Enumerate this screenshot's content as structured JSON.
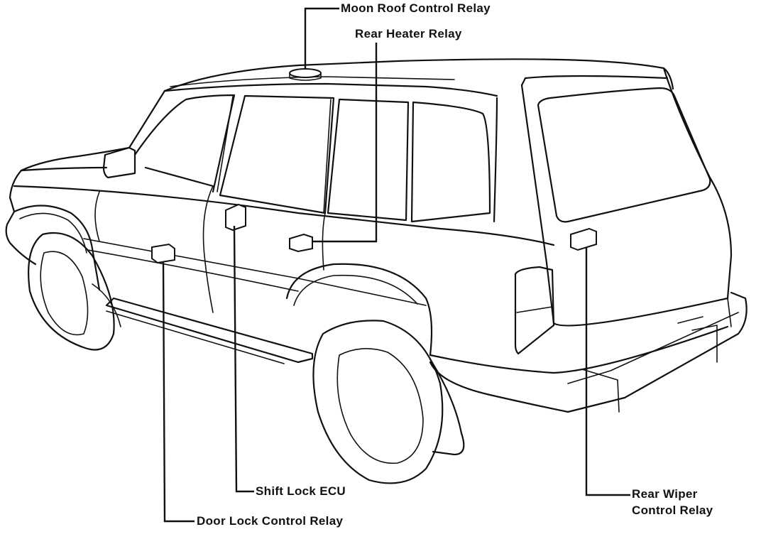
{
  "labels": {
    "moon_roof": "Moon Roof Control Relay",
    "rear_heater": "Rear Heater Relay",
    "shift_lock": "Shift Lock ECU",
    "door_lock": "Door Lock Control Relay",
    "rear_wiper_1": "Rear Wiper",
    "rear_wiper_2": "Control Relay"
  }
}
